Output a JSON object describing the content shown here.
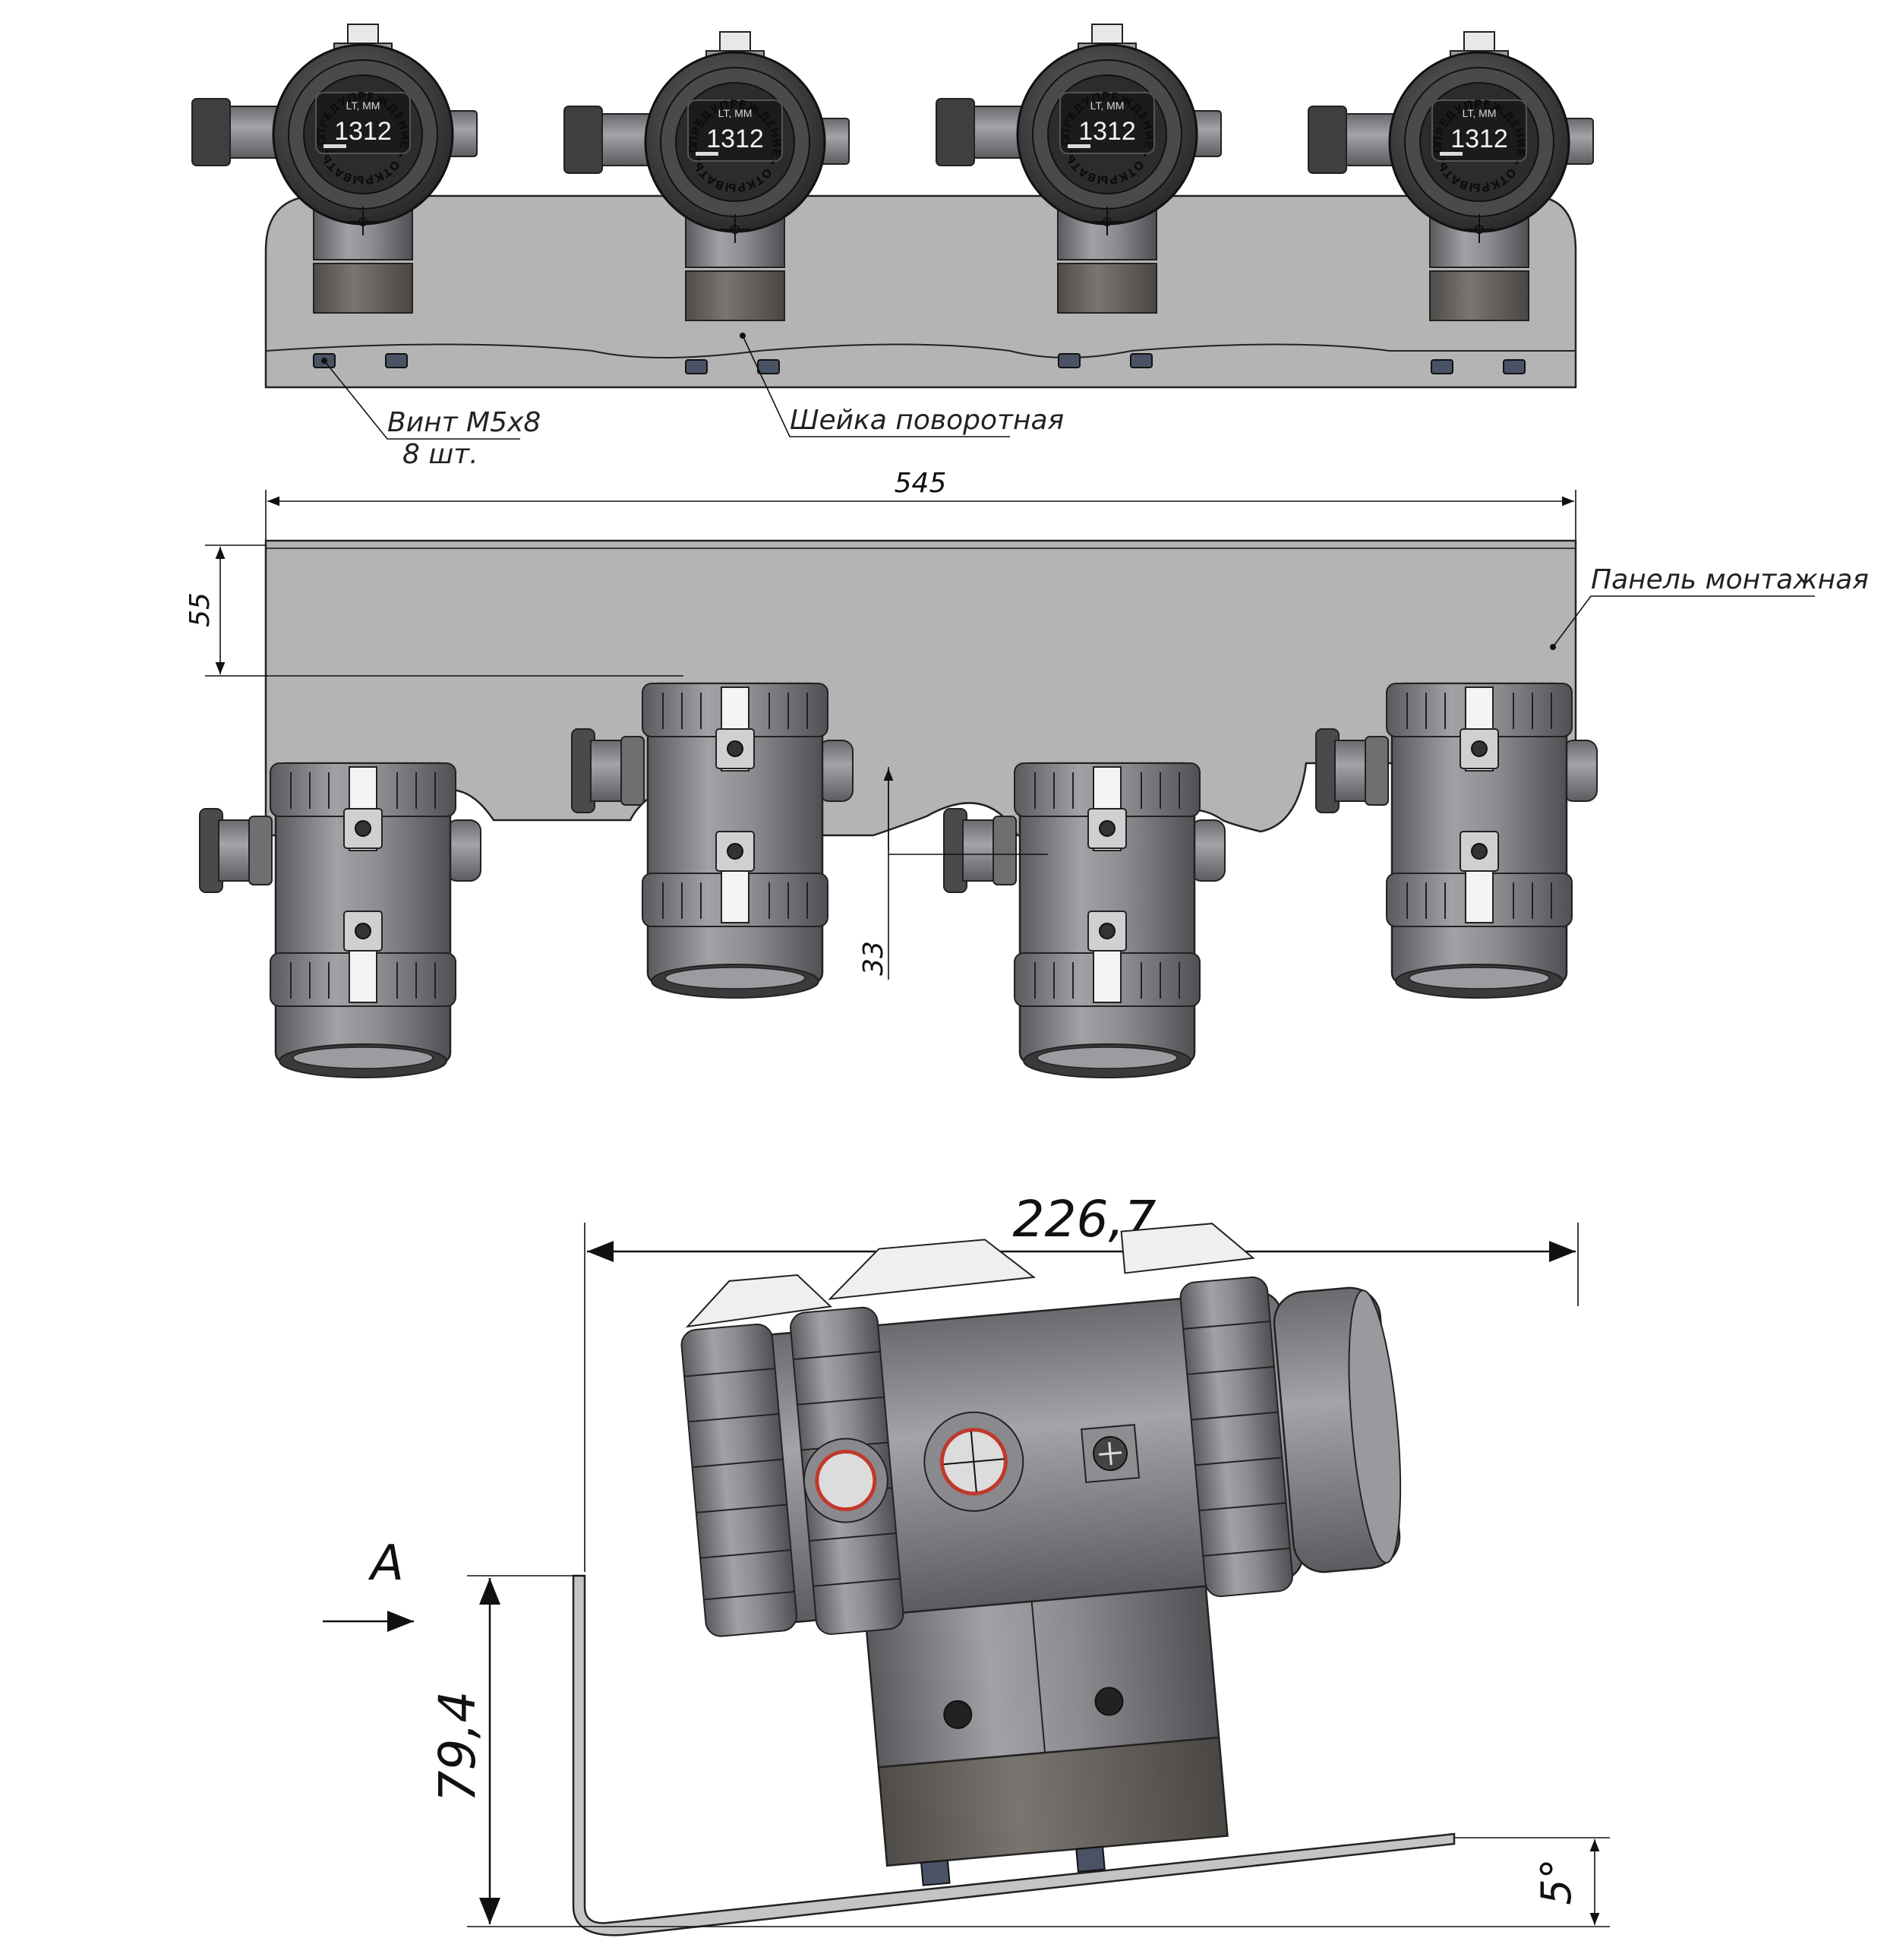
{
  "display": {
    "label": "LT, MM",
    "value": "1312",
    "ring_text": "ПРЕДУПРЕЖДЕНИЕ - ОТКРЫВАТЬ, ОТКЛЮЧИВ ОТ СЕТИ"
  },
  "callouts": {
    "screw_line1": "Винт М5х8",
    "screw_line2": "8 шт.",
    "neck": "Шейка поворотная",
    "panel": "Панель монтажная"
  },
  "dimensions": {
    "width": "545",
    "top_offset": "55",
    "stagger": "33",
    "depth": "226,7",
    "height": "79,4",
    "angle": "5°",
    "view_label": "А"
  },
  "colors": {
    "panel": "#b4b4b4",
    "housing": "#8a8a8e",
    "housing_dark": "#3a3a3c",
    "neck": "#6e6a66",
    "display_bg": "#1b1b1b",
    "seal_red": "#c0392b"
  }
}
